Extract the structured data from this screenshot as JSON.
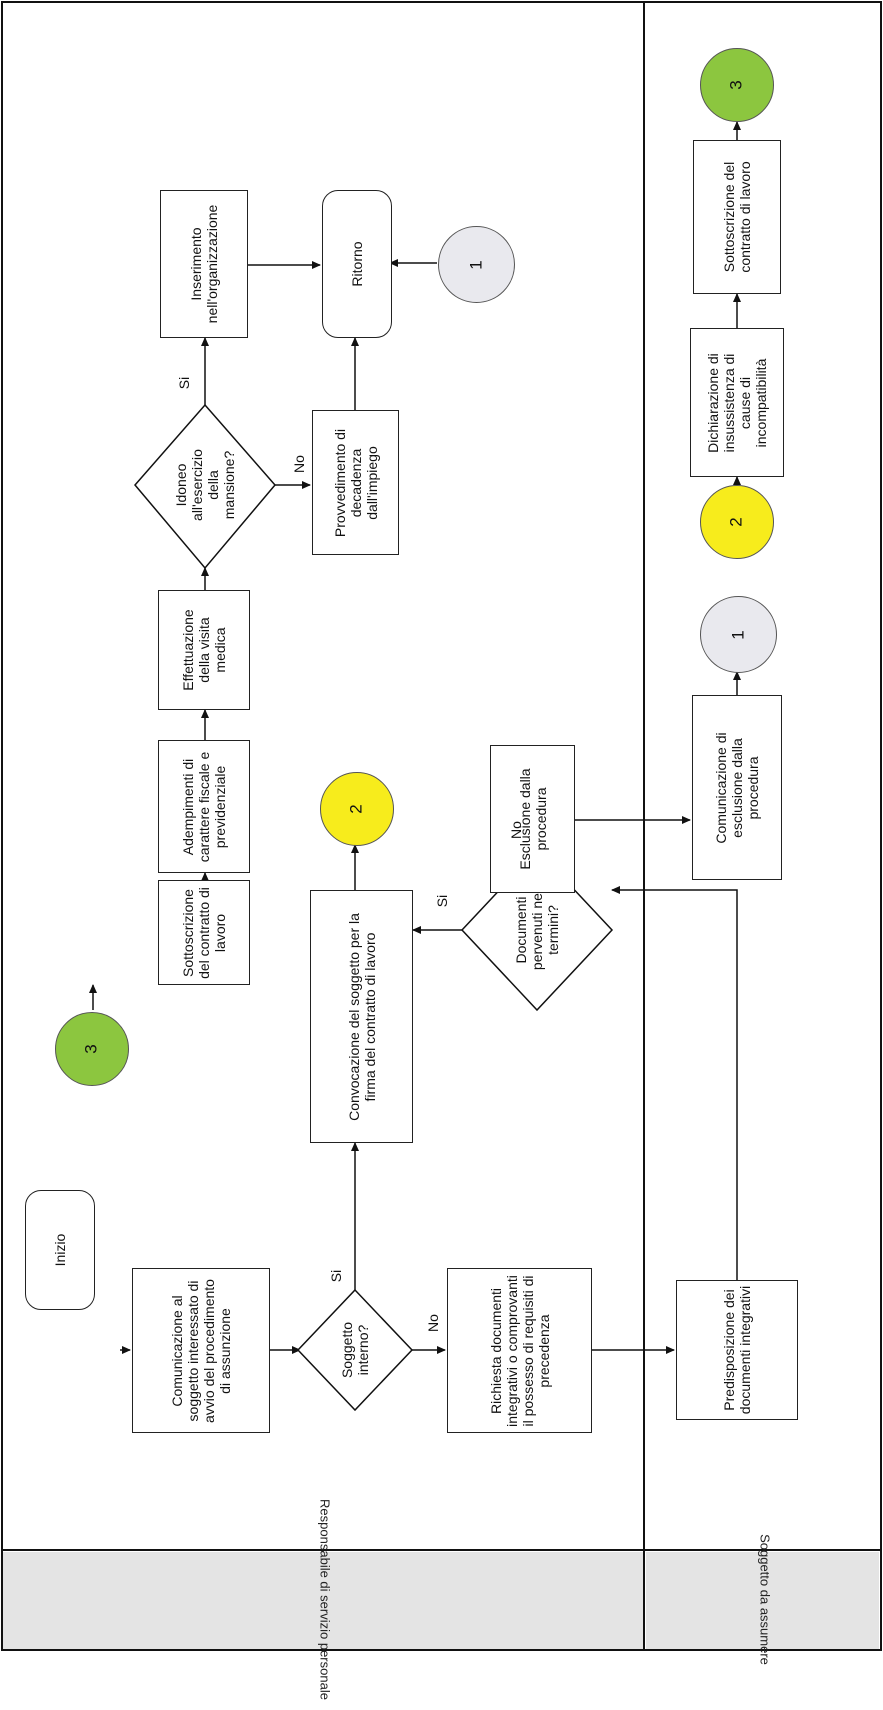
{
  "lanes": {
    "top": "Responsabile di servizio personale",
    "bottom": "Soggetto da assumere"
  },
  "nodes": {
    "inizio": "Inizio",
    "comunicazione_avvio": "Comunicazione al soggetto interessato di avvio del procedimento di assunzione",
    "soggetto_interno": "Soggetto interno?",
    "richiesta_documenti": "Richiesta documenti integrativi o comprovanti il possesso di requisiti di precedenza",
    "predisposizione": "Predisposizione dei documenti integrativi",
    "documenti_pervenuti": "Documenti pervenuti nei termini?",
    "convocazione": "Convocazione del soggetto per la firma del contratto di lavoro",
    "sottoscrizione_top": "Sottoscrizione del contratto di lavoro",
    "adempimenti": "Adempimenti di carattere fiscale e previdenziale",
    "visita_medica": "Effettuazione della visita medica",
    "idoneo": "Idoneo all'esercizio della mansione?",
    "inserimento": "Inserimento nell'organizzazione",
    "provvedimento": "Provvedimento di decadenza dall'impiego",
    "ritorno": "Ritorno",
    "esclusione": "Esclusione dalla procedura",
    "comunicazione_esclusione": "Comunicazione di esclusione dalla procedura",
    "dichiarazione": "Dichiarazione di insussistenza di cause di incompatibilità",
    "sottoscrizione_bottom": "Sottoscrizione del contratto di lavoro"
  },
  "connectors": {
    "c3_top": "3",
    "c2_top": "2",
    "c1_top": "1",
    "c1_bottom": "1",
    "c2_bottom": "2",
    "c3_bottom": "3"
  },
  "branch_labels": {
    "si_1": "Si",
    "no_1": "No",
    "si_2": "Si",
    "no_2": "No",
    "si_3": "Si",
    "no_3": "No"
  },
  "colors": {
    "connector_gray": "#e9e9ee",
    "connector_yellow": "#f7ec1c",
    "connector_green": "#8cc63f",
    "lane_label_bg": "#e4e4e4"
  }
}
